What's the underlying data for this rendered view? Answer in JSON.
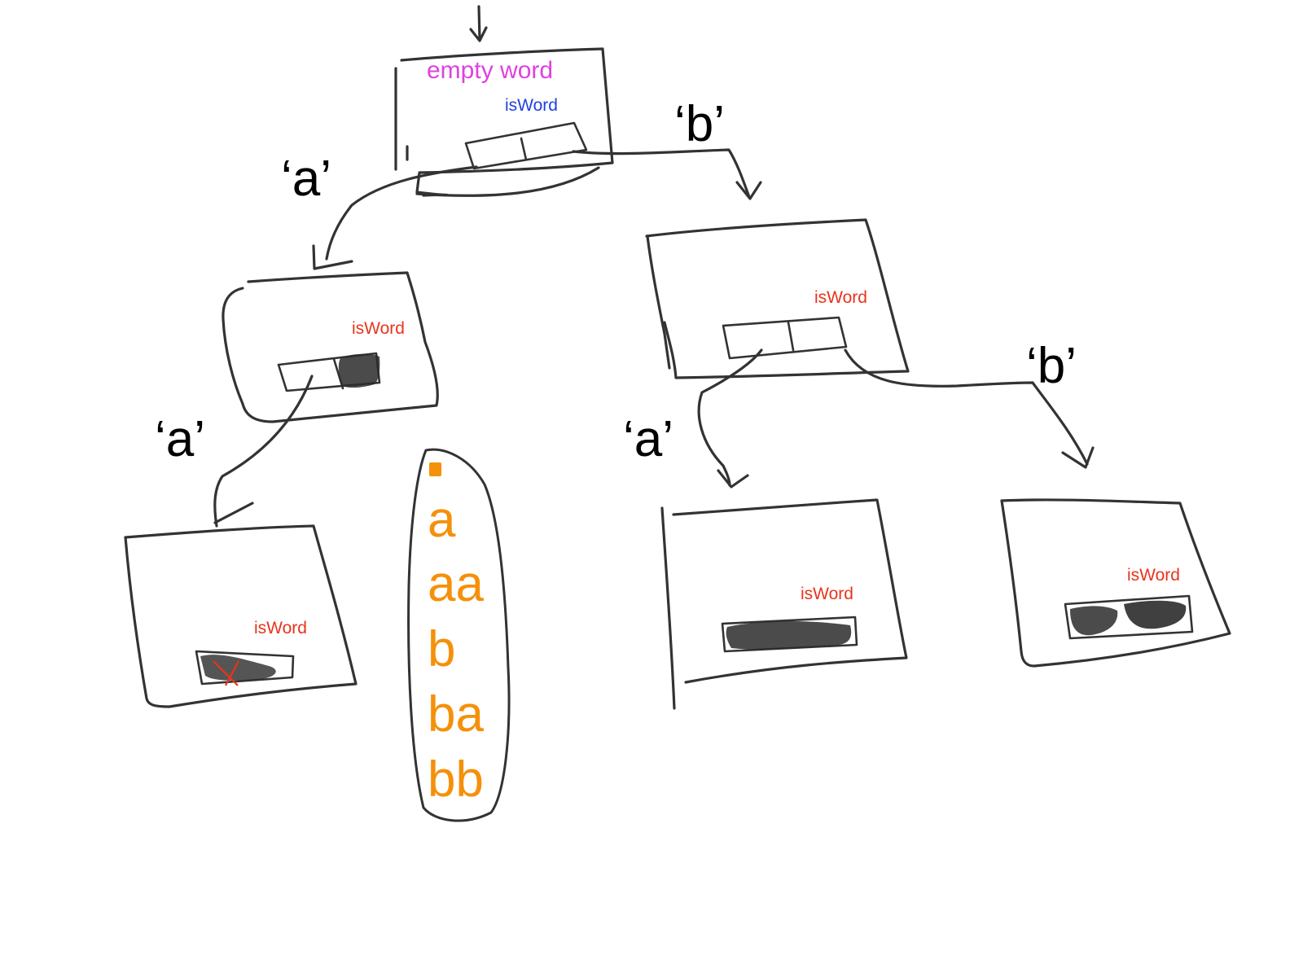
{
  "colors": {
    "root_label": "#e040e0",
    "root_isword": "#1f3fe0",
    "isword": "#e8341c",
    "words": "#f5900a",
    "ink": "#333333"
  },
  "root": {
    "label": "empty word",
    "isword": "isWord"
  },
  "edges": {
    "root_a": "‘a’",
    "root_b": "‘b’",
    "a_a": "‘a’",
    "b_a": "‘a’",
    "b_b": "‘b’"
  },
  "nodes": {
    "a": {
      "isword": "isWord"
    },
    "b": {
      "isword": "isWord"
    },
    "aa": {
      "isword": "isWord"
    },
    "ba": {
      "isword": "isWord"
    },
    "bb": {
      "isword": "isWord"
    }
  },
  "words": [
    "a",
    "aa",
    "b",
    "ba",
    "bb"
  ]
}
